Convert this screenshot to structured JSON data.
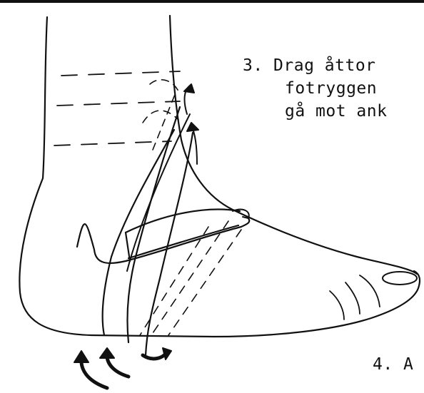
{
  "instructions": {
    "step3": {
      "line1": "3. Drag åttor",
      "line2": "fotryggen",
      "line3": "gå mot ank"
    },
    "step4": {
      "label": "4. A"
    }
  },
  "colors": {
    "ink": "#111111",
    "background": "#ffffff"
  }
}
